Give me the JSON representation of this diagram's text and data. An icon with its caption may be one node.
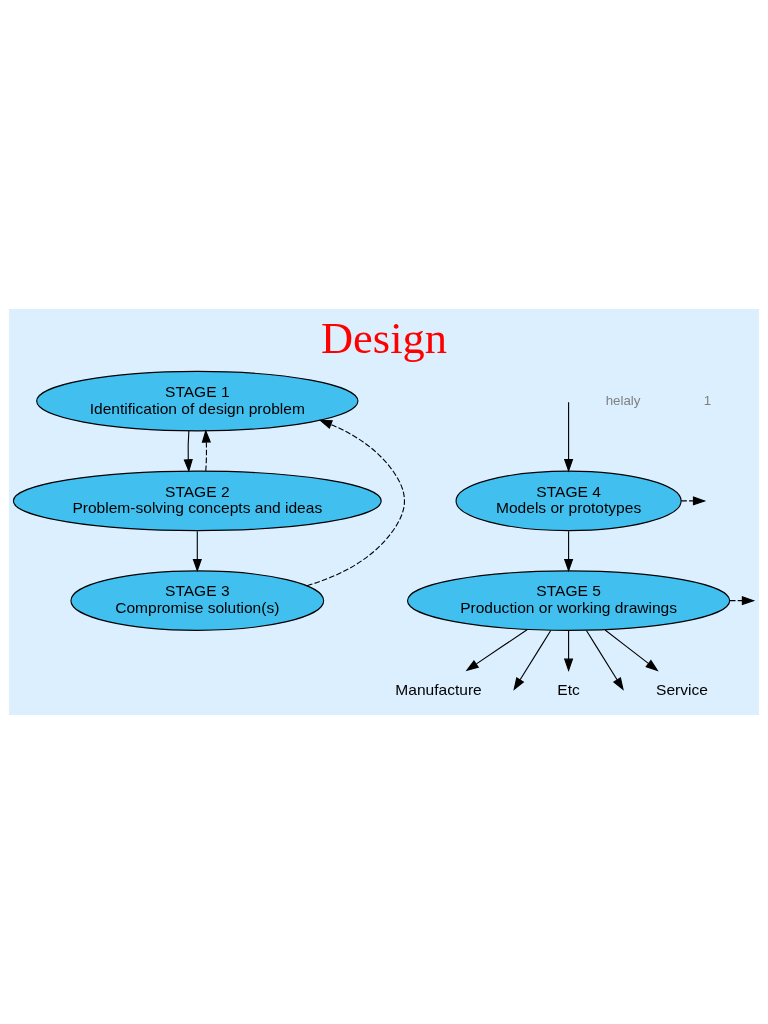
{
  "diagram": {
    "title": "Design",
    "nodes": [
      {
        "text": [
          "STAGE 1",
          "Identification of design problem"
        ]
      },
      {
        "text": [
          "STAGE 2",
          "Problem-solving concepts and ideas"
        ]
      },
      {
        "text": [
          "STAGE 3",
          "Compromise solution(s)"
        ]
      },
      {
        "text": [
          "STAGE 4",
          "Models or prototypes"
        ]
      },
      {
        "text": [
          "STAGE 5",
          "Production or working drawings"
        ]
      },
      {
        "text": [
          "Manufacture"
        ]
      },
      {
        "text": [
          "Etc"
        ]
      },
      {
        "text": [
          "Service"
        ]
      }
    ],
    "edges": [
      {
        "from": 0,
        "to": 1,
        "arrow": "to"
      },
      {
        "from": 1,
        "to": 2,
        "arrow": "to"
      },
      {
        "from": 1,
        "to": 0,
        "arrow": "to",
        "style": "dashed"
      },
      {
        "from": 2,
        "to": 0,
        "arrow": "to",
        "style": "dashed"
      },
      {
        "from": null,
        "to": 3,
        "arrow": "to"
      },
      {
        "from": 3,
        "to": 4,
        "arrow": "to"
      },
      {
        "from": 3,
        "to": null,
        "arrow": "to",
        "style": "dashed"
      },
      {
        "from": 4,
        "to": 5,
        "arrow": "to"
      },
      {
        "from": 4,
        "to": null,
        "arrow": "to"
      },
      {
        "from": 4,
        "to": 6,
        "arrow": "to"
      },
      {
        "from": 4,
        "to": null,
        "arrow": "to"
      },
      {
        "from": 4,
        "to": 7,
        "arrow": "to"
      },
      {
        "from": 4,
        "to": null,
        "arrow": "to",
        "style": "dashed"
      }
    ],
    "labels": [
      "helaly",
      "1"
    ]
  }
}
